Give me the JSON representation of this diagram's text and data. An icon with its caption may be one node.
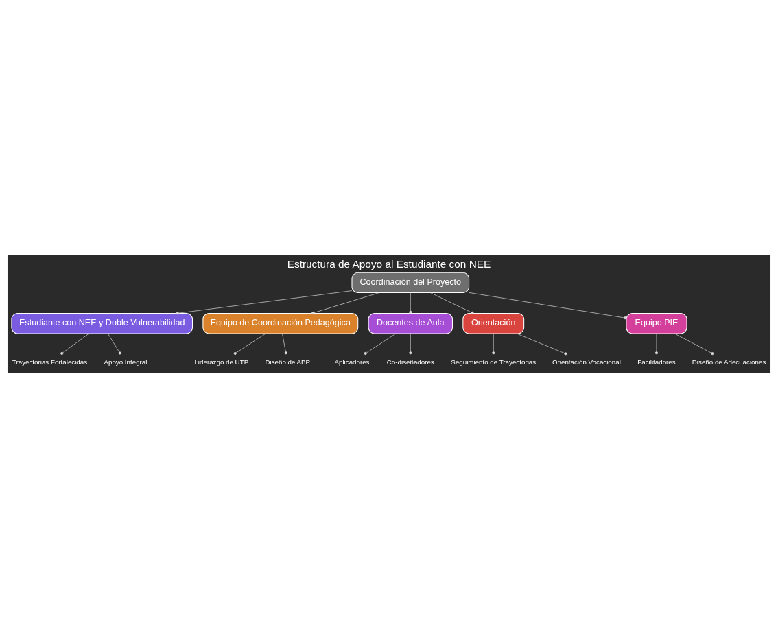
{
  "diagram": {
    "title": "Estructura de Apoyo al Estudiante con NEE",
    "nodes": [
      {
        "text": [
          "Coordinación del Proyecto"
        ]
      },
      {
        "text": [
          "Estudiante con NEE y Doble Vulnerabilidad"
        ]
      },
      {
        "text": [
          "Trayectorias Fortalecidas"
        ]
      },
      {
        "text": [
          "Apoyo Integral"
        ]
      },
      {
        "text": [
          "Equipo de Coordinación Pedagógica"
        ]
      },
      {
        "text": [
          "Liderazgo de UTP"
        ]
      },
      {
        "text": [
          "Diseño de ABP"
        ]
      },
      {
        "text": [
          "Docentes de Aula"
        ]
      },
      {
        "text": [
          "Aplicadores"
        ]
      },
      {
        "text": [
          "Co-diseñadores"
        ]
      },
      {
        "text": [
          "Orientación"
        ]
      },
      {
        "text": [
          "Seguimiento de Trayectorias"
        ]
      },
      {
        "text": [
          "Orientación Vocacional"
        ]
      },
      {
        "text": [
          "Equipo PIE"
        ]
      },
      {
        "text": [
          "Facilitadores"
        ]
      },
      {
        "text": [
          "Diseño de Adecuaciones"
        ]
      }
    ],
    "edges": [
      {
        "from": 0,
        "to": 1,
        "arrow": "other"
      },
      {
        "from": 1,
        "to": 2,
        "arrow": "other"
      },
      {
        "from": 1,
        "to": 3,
        "arrow": "other"
      },
      {
        "from": 0,
        "to": 4,
        "arrow": "other"
      },
      {
        "from": 4,
        "to": 5,
        "arrow": "other"
      },
      {
        "from": 4,
        "to": 6,
        "arrow": "other"
      },
      {
        "from": 0,
        "to": 7,
        "arrow": "other"
      },
      {
        "from": 7,
        "to": 8,
        "arrow": "other"
      },
      {
        "from": 7,
        "to": 9,
        "arrow": "other"
      },
      {
        "from": 0,
        "to": 10,
        "arrow": "other"
      },
      {
        "from": 10,
        "to": 11,
        "arrow": "other"
      },
      {
        "from": 10,
        "to": 12,
        "arrow": "other"
      },
      {
        "from": 0,
        "to": 13,
        "arrow": "other"
      },
      {
        "from": 13,
        "to": 14,
        "arrow": "other"
      },
      {
        "from": 13,
        "to": 15,
        "arrow": "other"
      }
    ]
  }
}
